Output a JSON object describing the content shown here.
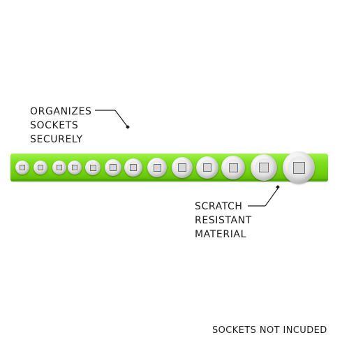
{
  "callouts": {
    "top": {
      "line1": "ORGANIZES",
      "line2": "SOCKETS",
      "line3": "SECURELY"
    },
    "bottom": {
      "line1": "SCRATCH",
      "line2": "RESISTANT",
      "line3": "MATERIAL"
    }
  },
  "footer": "SOCKETS NOT INCUDED",
  "colors": {
    "rail": "#7fe01f",
    "text": "#1a1a1a",
    "background": "#ffffff"
  },
  "socket_count": 13
}
